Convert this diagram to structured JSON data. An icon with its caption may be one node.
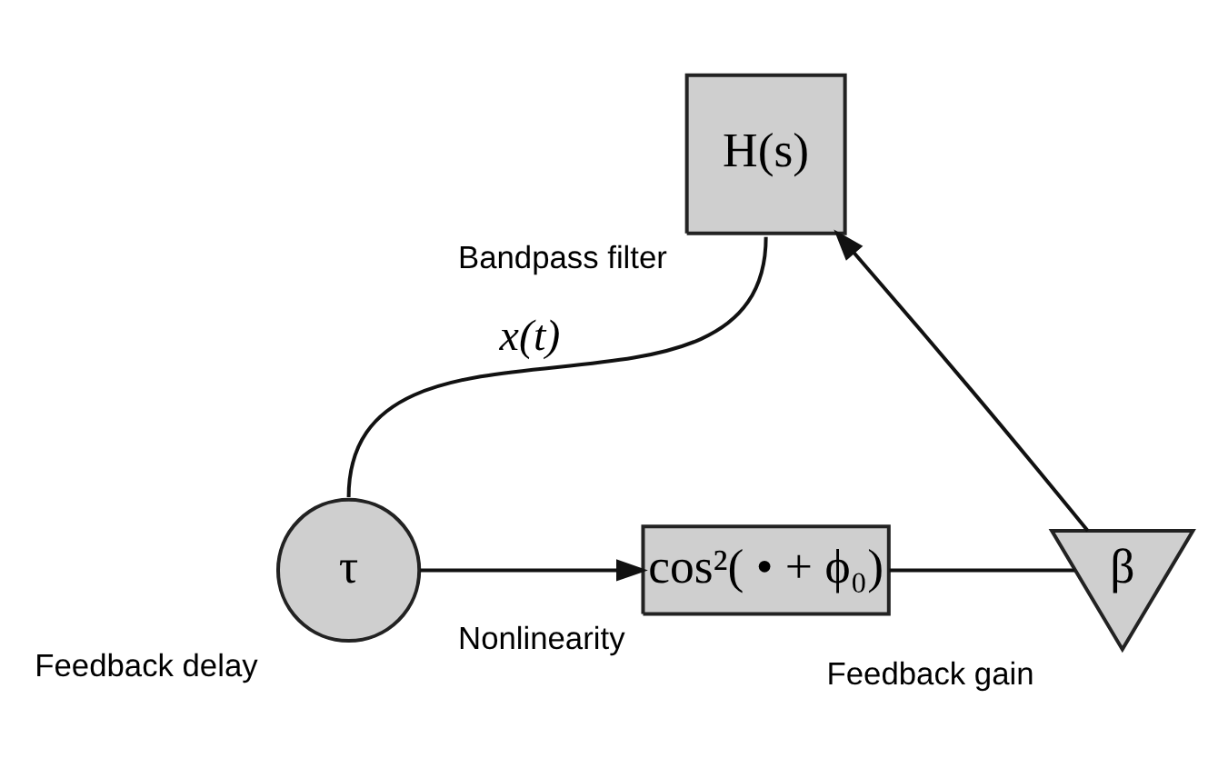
{
  "diagram": {
    "nodes": [
      {
        "text": [
          "Nonlinearity",
          "cos²( • + ϕ₀)"
        ]
      },
      {
        "text": [
          "β",
          "Feedback gain"
        ]
      },
      {
        "text": [
          "H(s)",
          "Bandpass filter"
        ]
      },
      {
        "text": [
          "Feedback delay",
          "τ"
        ]
      }
    ],
    "edges": [
      {
        "from": 3,
        "to": 0,
        "arrow": "to"
      },
      {
        "from": 0,
        "to": 1,
        "arrow": "none"
      },
      {
        "from": 1,
        "to": 2,
        "arrow": "to"
      },
      {
        "from": 2,
        "to": 3,
        "arrow": "none",
        "label": "x(t)"
      }
    ]
  }
}
